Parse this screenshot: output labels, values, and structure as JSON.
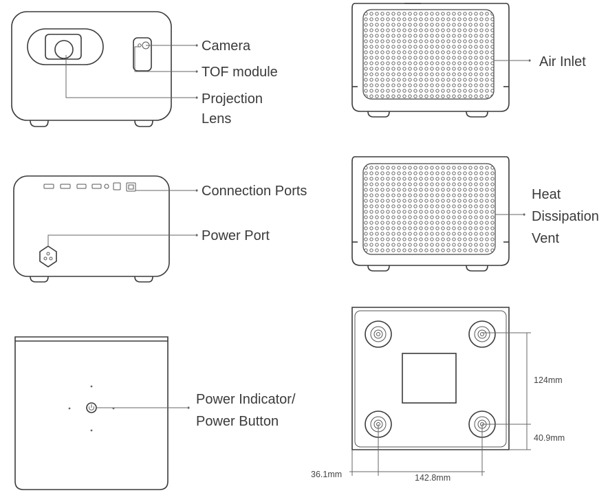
{
  "labels": {
    "camera": "Camera",
    "tof": "TOF module",
    "projection_line1": "Projection",
    "projection_line2": "Lens",
    "air_inlet": "Air Inlet",
    "connection_ports": "Connection Ports",
    "power_port": "Power Port",
    "heat_line1": "Heat",
    "heat_line2": "Dissipation",
    "heat_line3": "Vent",
    "power_ind_line1": "Power Indicator/",
    "power_ind_line2": "Power Button"
  },
  "dimensions": {
    "d124": "124mm",
    "d409": "40.9mm",
    "d361": "36.1mm",
    "d1428": "142.8mm"
  },
  "colors": {
    "outline": "#3a3a3a",
    "text": "#3a3a3a",
    "background": "#ffffff"
  }
}
